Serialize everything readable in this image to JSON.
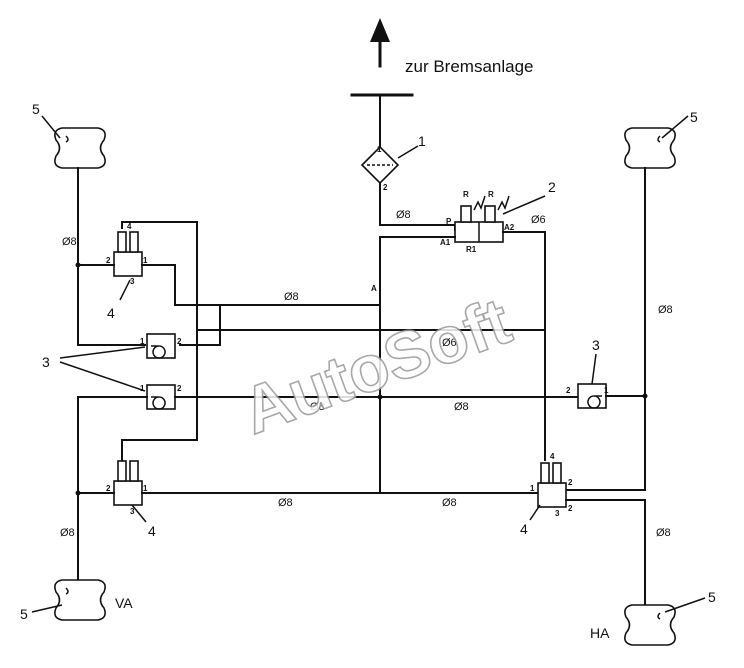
{
  "title": "zur Bremsanlage",
  "watermark": "AutoSoft",
  "component_numbers": {
    "reservoir": "1",
    "valve_block": "2",
    "check_valve": "3",
    "level_valve": "4",
    "air_bellows": "5"
  },
  "axle_labels": {
    "front": "VA",
    "rear": "HA"
  },
  "line_labels": {
    "d8": "Ø8",
    "d6": "Ø6"
  },
  "port_labels": {
    "a": "A",
    "p": "P",
    "r": "R",
    "a1": "A1",
    "a2": "A2",
    "r1": "R1",
    "p1": "1",
    "p2": "2",
    "p3": "3",
    "p4": "4"
  }
}
